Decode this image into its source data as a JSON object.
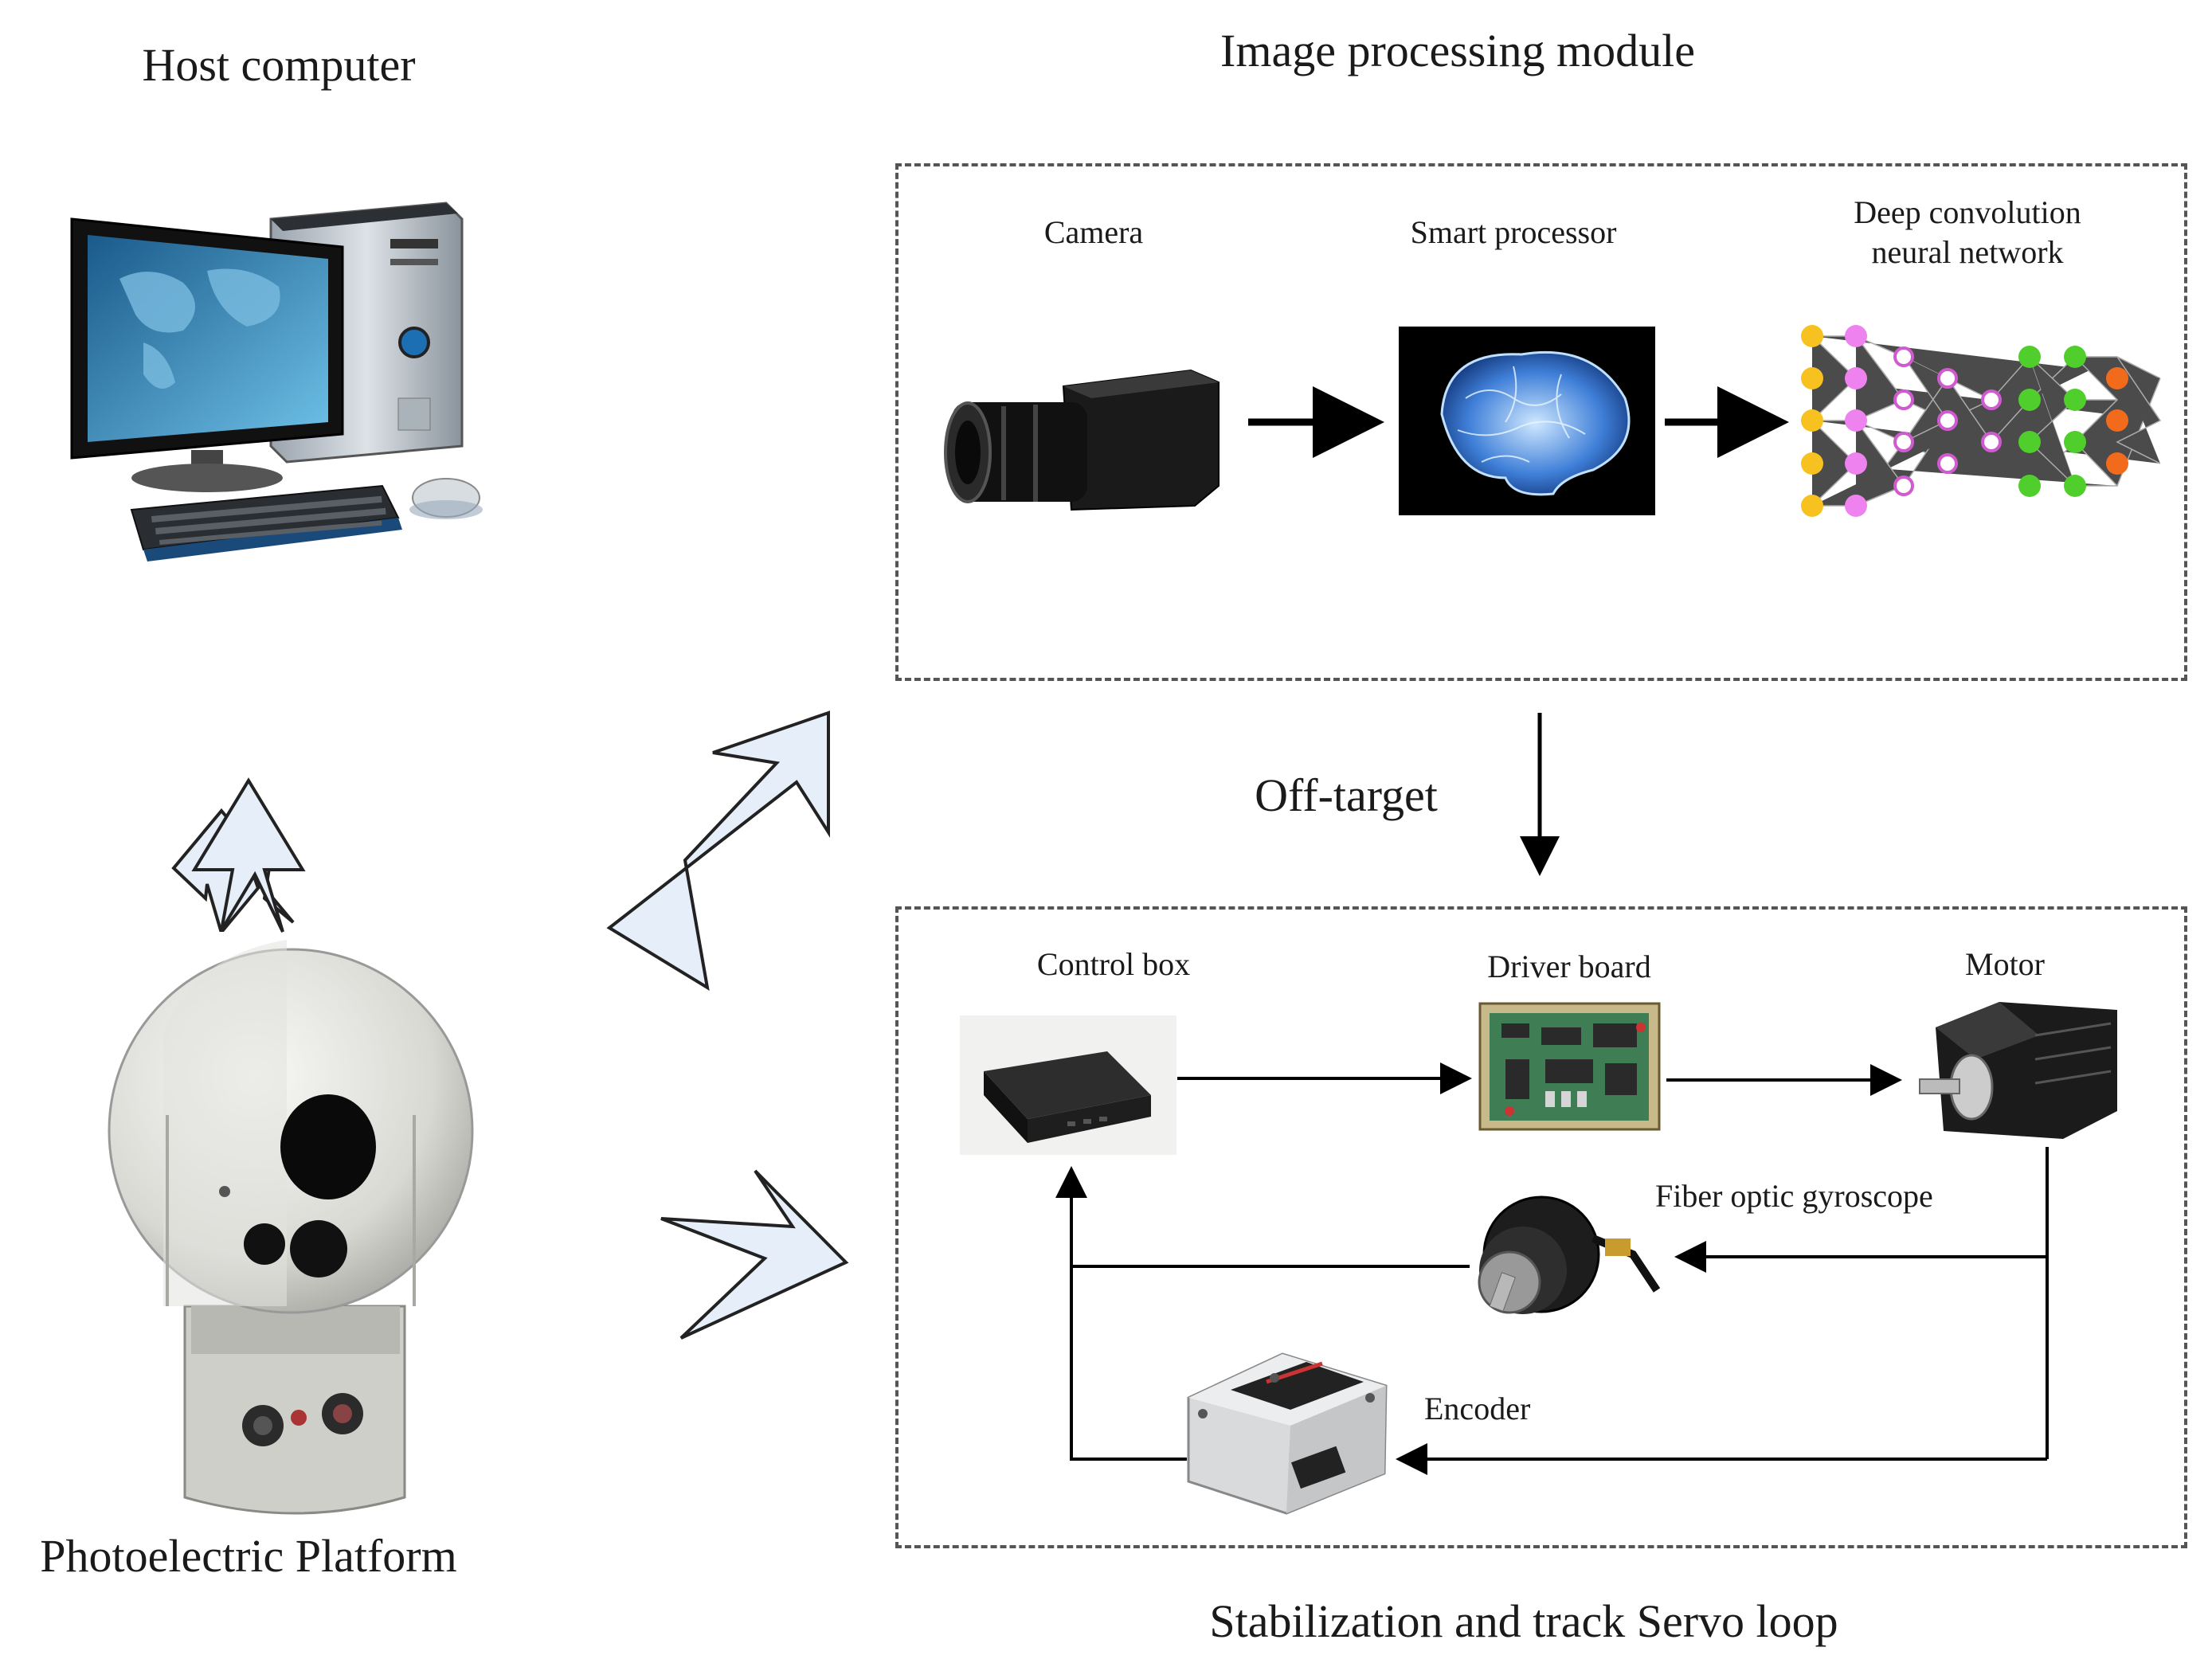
{
  "titles": {
    "host_computer": "Host computer",
    "image_processing_module": "Image processing module",
    "off_target": "Off-target",
    "photoelectric_platform": "Photoelectric Platform",
    "servo_loop": "Stabilization and track Servo loop"
  },
  "image_module": {
    "camera": "Camera",
    "smart_processor": "Smart processor",
    "dcnn_line1": "Deep convolution",
    "dcnn_line2": "neural network"
  },
  "servo_module": {
    "control_box": "Control box",
    "driver_board": "Driver board",
    "motor": "Motor",
    "fiber_optic_gyroscope": "Fiber optic gyroscope",
    "encoder": "Encoder"
  },
  "colors": {
    "block_arrow_fill": "#e6eefa",
    "dashed_border": "#555555",
    "nn_yellow": "#f7c21f",
    "nn_pink": "#ee82ee",
    "nn_green": "#4fce2c",
    "nn_orange": "#f26b1d"
  }
}
